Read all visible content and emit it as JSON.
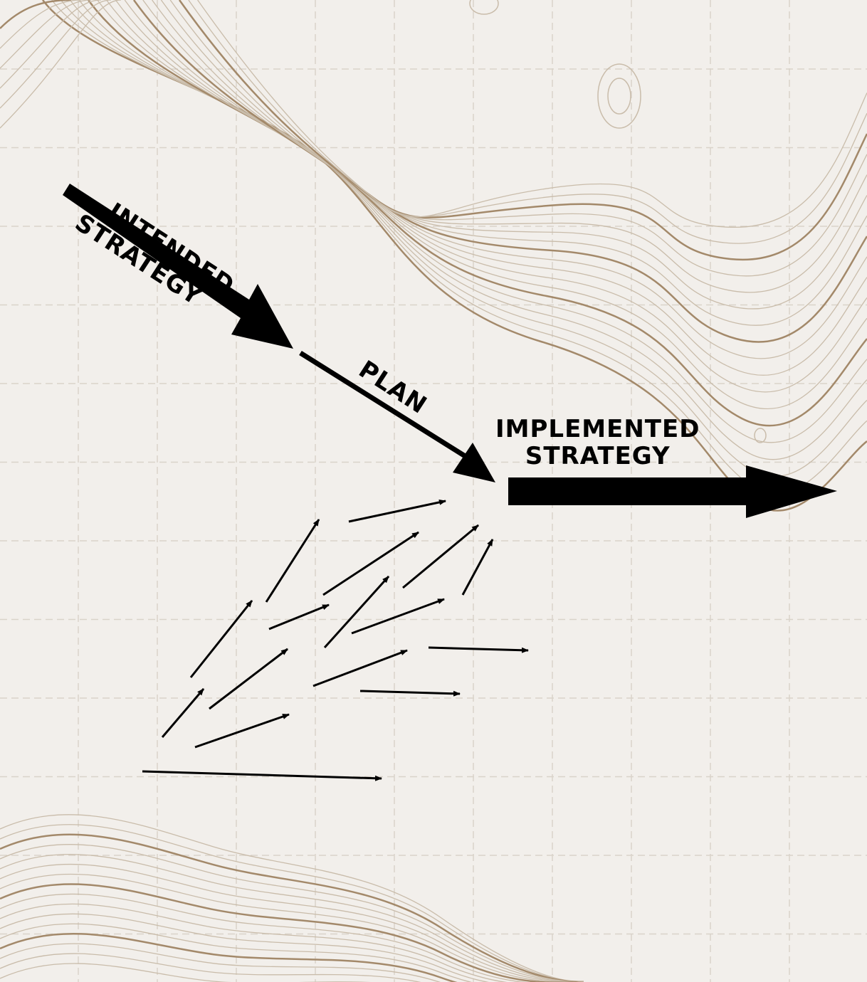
{
  "labels": {
    "intended_line1": "INTENDED",
    "intended_line2": "STRATEGY",
    "plan": "PLAN",
    "implemented_line1": "IMPLEMENTED",
    "implemented_line2": "STRATEGY"
  },
  "colors": {
    "background": "#f2efeb",
    "grid": "#d9d3ca",
    "contour_major": "#a3896a",
    "contour_minor": "#c9bcaa",
    "arrow": "#000000"
  }
}
